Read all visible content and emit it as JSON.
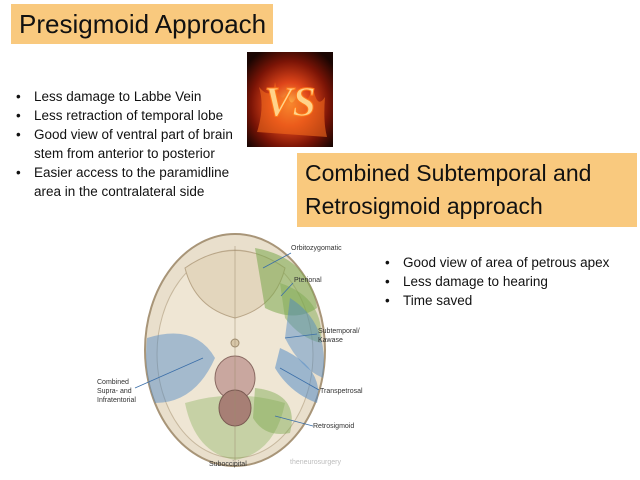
{
  "left": {
    "title": "Presigmoid Approach",
    "bullets": [
      "Less damage to Labbe Vein",
      "Less retraction of temporal lobe",
      "Good view of ventral part of brain stem from anterior to posterior",
      "Easier access to the paramidline area in the contralateral side"
    ]
  },
  "vs_image": {
    "text": "VS"
  },
  "right": {
    "title_line1": "Combined Subtemporal and",
    "title_line2": "Retrosigmoid approach",
    "bullets": [
      "Good view of area of petrous apex",
      "Less damage to hearing",
      "Time saved"
    ]
  },
  "skull_diagram": {
    "labels": {
      "orbitozygomatic": "Orbitozygomatic",
      "pterional": "Pterional",
      "subtemporal_1": "Subtemporal/",
      "subtemporal_2": "Kawase",
      "combined_1": "Combined",
      "combined_2": "Supra- and",
      "combined_3": "Infratentorial",
      "transpetrosal": "Transpetrosal",
      "retrosigmoid": "Retrosigmoid",
      "suboccipital": "Suboccipital"
    },
    "watermark": "theneurosurgery"
  },
  "colors": {
    "title_background": "#f9c97e",
    "approach_blue": "#4a86c5",
    "approach_green": "#7aa84d"
  }
}
